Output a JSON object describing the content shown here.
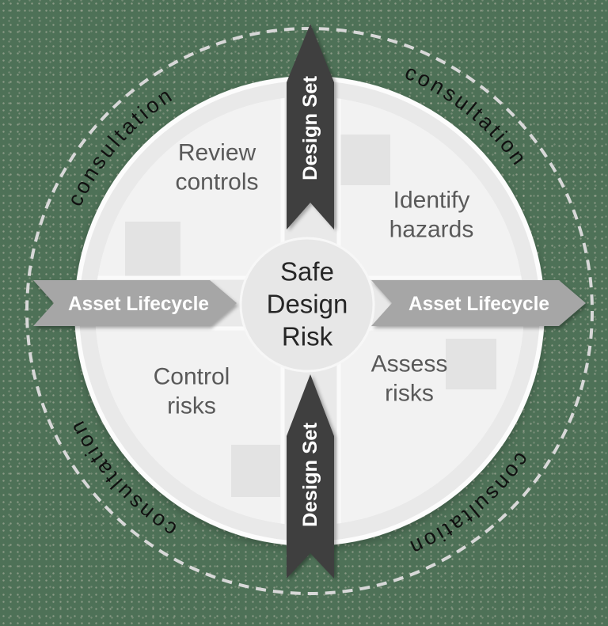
{
  "diagram": {
    "outer_label": "consultation",
    "ribbon_label": "Design Set",
    "lifecycle_label": "Asset Lifecycle",
    "center": {
      "lines": [
        "Safe",
        "Design",
        "Risk"
      ]
    },
    "quadrants": [
      {
        "id": "review-controls",
        "lines": [
          "Review",
          "controls"
        ]
      },
      {
        "id": "identify-hazards",
        "lines": [
          "Identify",
          "hazards"
        ]
      },
      {
        "id": "assess-risks",
        "lines": [
          "Assess",
          "risks"
        ]
      },
      {
        "id": "control-risks",
        "lines": [
          "Control",
          "risks"
        ]
      }
    ],
    "colors": {
      "background_green": "#4e7157",
      "dashed_circle": "#d8d8d8",
      "outer_text": "#101010",
      "circle_border_white": "#fcfcfc",
      "circle_ring_gray": "#e9e9e9",
      "quadrant_fill": "#f2f2f2",
      "decor_square": "#e3e3e3",
      "center_circle": "#e7e7e7",
      "center_text": "#262626",
      "quadrant_text": "#595959",
      "ribbon_dark": "#3f3f3f",
      "arrow_gray": "#a6a6a6",
      "label_white": "#ffffff"
    }
  }
}
